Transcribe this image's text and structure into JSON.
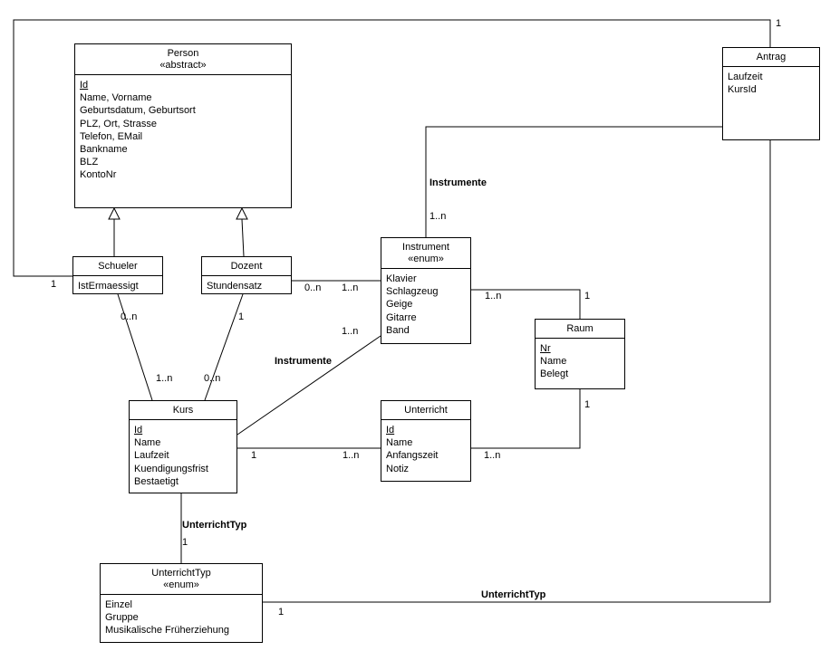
{
  "classes": {
    "person": {
      "name": "Person",
      "stereotype": "«abstract»",
      "attributes": [
        "Id",
        "Name, Vorname",
        "Geburtsdatum, Geburtsort",
        "PLZ, Ort, Strasse",
        "Telefon, EMail",
        "Bankname",
        "BLZ",
        "KontoNr"
      ]
    },
    "antrag": {
      "name": "Antrag",
      "attributes": [
        "Laufzeit",
        "KursId"
      ]
    },
    "schueler": {
      "name": "Schueler",
      "attributes": [
        "IstErmaessigt"
      ]
    },
    "dozent": {
      "name": "Dozent",
      "attributes": [
        "Stundensatz"
      ]
    },
    "instrument": {
      "name": "Instrument",
      "stereotype": "«enum»",
      "attributes": [
        "Klavier",
        "Schlagzeug",
        "Geige",
        "Gitarre",
        "Band"
      ]
    },
    "raum": {
      "name": "Raum",
      "attributes": [
        "Nr",
        "Name",
        "Belegt"
      ]
    },
    "kurs": {
      "name": "Kurs",
      "attributes": [
        "Id",
        "Name",
        "Laufzeit",
        "Kuendigungsfrist",
        "Bestaetigt"
      ]
    },
    "unterricht": {
      "name": "Unterricht",
      "attributes": [
        "Id",
        "Name",
        "Anfangszeit",
        "Notiz"
      ]
    },
    "unterrichttyp": {
      "name": "UnterrichtTyp",
      "stereotype": "«enum»",
      "attributes": [
        "Einzel",
        "Gruppe",
        "Musikalische Früherziehung"
      ]
    }
  },
  "labels": {
    "m_schueler_antrag_antrag": "1",
    "m_schueler_antrag_schueler": "1",
    "n_instrumente_antrag": "Instrumente",
    "m_antrag_instrument": "1..n",
    "m_dozent_instrument_a": "0..n",
    "m_dozent_instrument_b": "1..n",
    "m_instrument_raum_a": "1..n",
    "m_instrument_raum_b": "1",
    "m_schueler_kurs_a": "0..n",
    "m_schueler_kurs_b": "1..n",
    "m_dozent_kurs_a": "1",
    "m_dozent_kurs_b": "0..n",
    "n_instrumente_kurs": "Instrumente",
    "m_kurs_instrument": "1..n",
    "m_kurs_unterricht_a": "1",
    "m_kurs_unterricht_b": "1..n",
    "m_raum_unterricht_a": "1",
    "m_raum_unterricht_b": "1..n",
    "n_unterrichttyp_kurs": "UnterrichtTyp",
    "m_kurs_unterrichttyp": "1",
    "n_unterrichttyp_antrag": "UnterrichtTyp",
    "m_antrag_unterrichttyp": "1"
  }
}
